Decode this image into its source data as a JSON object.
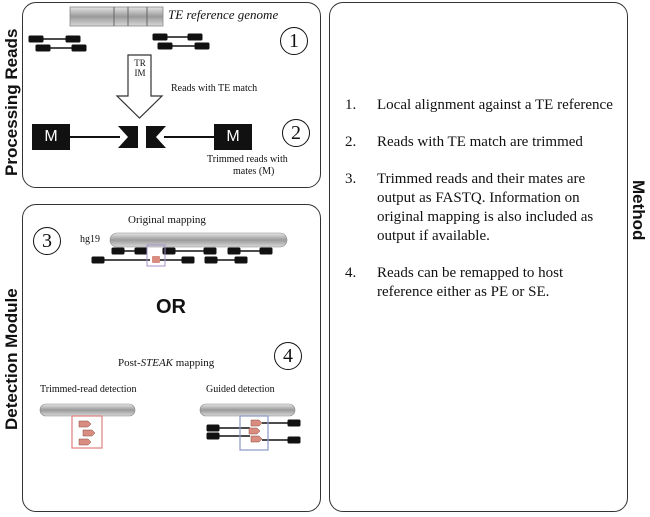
{
  "processing": {
    "side_label": "Processing Reads",
    "genome_label": "TE reference genome",
    "trim_label": "TRIM",
    "te_match_label": "Reads with TE match",
    "trimmed_label_line1": "Trimmed reads with",
    "trimmed_label_line2": "mates (M)",
    "mate_letter": "M",
    "step1": "1",
    "step2": "2"
  },
  "detection": {
    "side_label": "Detection Module",
    "original_mapping": "Original mapping",
    "hg19": "hg19",
    "or": "OR",
    "post_prefix": "Post-",
    "post_tool": "STEAK",
    "post_suffix": " mapping",
    "trimmed_detection": "Trimmed-read detection",
    "guided_detection": "Guided detection",
    "step3": "3",
    "step4": "4"
  },
  "method": {
    "side_label": "Method",
    "steps": [
      {
        "num": "1.",
        "text": "Local alignment against a TE reference"
      },
      {
        "num": "2.",
        "text": "Reads with TE match are trimmed"
      },
      {
        "num": "3.",
        "text": "Trimmed reads and their mates are output as FASTQ. Information on original mapping is also included as output if available."
      },
      {
        "num": "4.",
        "text": "Reads can be remapped to host reference either as PE or SE."
      }
    ]
  },
  "colors": {
    "read": "#111111",
    "chromosome": "#b8b8b8",
    "te_fragment": "#d98c80",
    "highlight_red": "#e08080",
    "highlight_purple": "#a090c8",
    "highlight_blue": "#8898c8"
  }
}
